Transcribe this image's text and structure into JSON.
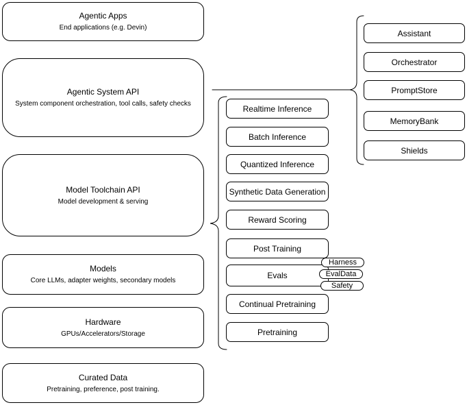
{
  "left_column": [
    {
      "title": "Agentic Apps",
      "subtitle": "End applications (e.g. Devin)"
    },
    {
      "title": "Agentic System API",
      "subtitle": "System component orchestration, tool calls, safety checks"
    },
    {
      "title": "Model Toolchain API",
      "subtitle": "Model development & serving"
    },
    {
      "title": "Models",
      "subtitle": "Core LLMs, adapter weights, secondary models"
    },
    {
      "title": "Hardware",
      "subtitle": "GPUs/Accelerators/Storage"
    },
    {
      "title": "Curated Data",
      "subtitle": "Pretraining, preference, post training."
    }
  ],
  "toolchain_items": [
    "Realtime Inference",
    "Batch Inference",
    "Quantized Inference",
    "Synthetic Data Generation",
    "Reward Scoring",
    "Post Training",
    "Evals",
    "Continual Pretraining",
    "Pretraining"
  ],
  "evals_pills": [
    "Harness",
    "EvalData",
    "Safety"
  ],
  "system_components": [
    "Assistant",
    "Orchestrator",
    "PromptStore",
    "MemoryBank",
    "Shields"
  ],
  "colors": {
    "stroke": "#000000",
    "background": "#ffffff",
    "text": "#000000"
  }
}
